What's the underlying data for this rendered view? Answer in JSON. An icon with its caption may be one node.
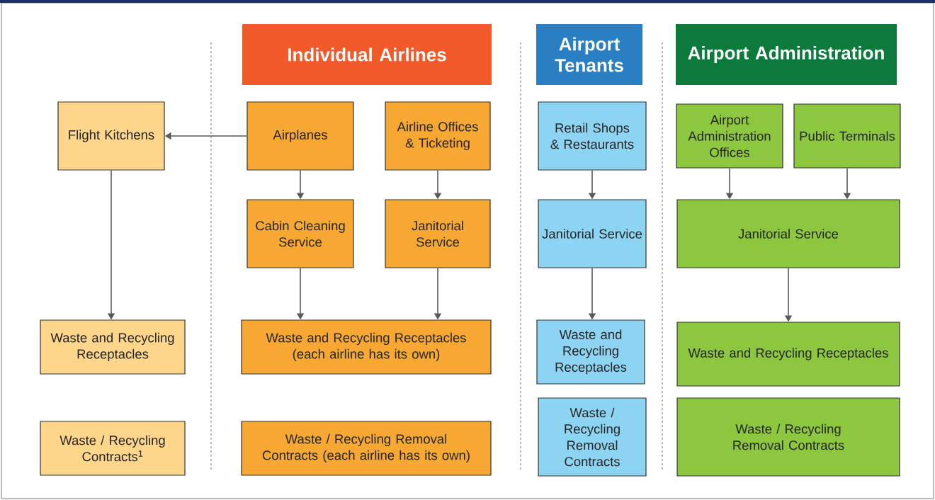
{
  "diagram": {
    "nodes": [
      {
        "text": [
          "Individual Airlines"
        ]
      },
      {
        "text": [
          "Airport Tenants"
        ]
      },
      {
        "text": [
          "Airport Administration"
        ]
      },
      {
        "text": [
          "Flight Kitchens"
        ]
      },
      {
        "text": [
          "Airplanes"
        ]
      },
      {
        "text": [
          "Airline Offices & Ticketing"
        ]
      },
      {
        "text": [
          "Retail Shops & Restaurants"
        ]
      },
      {
        "text": [
          "Airport Administration Offices"
        ]
      },
      {
        "text": [
          "Public Terminals"
        ]
      },
      {
        "text": [
          "Cabin Cleaning Service"
        ]
      },
      {
        "text": [
          "Janitorial Service"
        ]
      },
      {
        "text": [
          "Janitorial Service"
        ]
      },
      {
        "text": [
          "Janitorial Service"
        ]
      },
      {
        "text": [
          "Waste and Recycling Receptacles"
        ]
      },
      {
        "text": [
          "Waste and Recycling Receptacles (each airline has its own)"
        ]
      },
      {
        "text": [
          "Waste and Recycling Receptacles"
        ]
      },
      {
        "text": [
          "Waste and Recycling Receptacles"
        ]
      },
      {
        "text": [
          "Waste / Recycling Contracts$^{1}$"
        ]
      },
      {
        "text": [
          "Waste / Recycling Removal Contracts (each airline has its own)"
        ]
      },
      {
        "text": [
          "Waste / Recycling Removal Contracts"
        ]
      },
      {
        "text": [
          "Waste / Recycling Removal Contracts"
        ]
      }
    ],
    "edges": [
      {
        "from": 4,
        "to": 3,
        "arrow": "to"
      },
      {
        "from": 3,
        "to": 13,
        "arrow": "to"
      },
      {
        "from": 4,
        "to": 9,
        "arrow": "to"
      },
      {
        "from": 5,
        "to": 10,
        "arrow": "to"
      },
      {
        "from": 9,
        "to": 14,
        "arrow": "to"
      },
      {
        "from": 10,
        "to": 14,
        "arrow": "to"
      },
      {
        "from": 6,
        "to": 11,
        "arrow": "to"
      },
      {
        "from": 11,
        "to": 15,
        "arrow": "to"
      },
      {
        "from": 7,
        "to": 12,
        "arrow": "to"
      },
      {
        "from": 8,
        "to": 12,
        "arrow": "to"
      },
      {
        "from": 12,
        "to": 16,
        "arrow": "to"
      }
    ]
  }
}
